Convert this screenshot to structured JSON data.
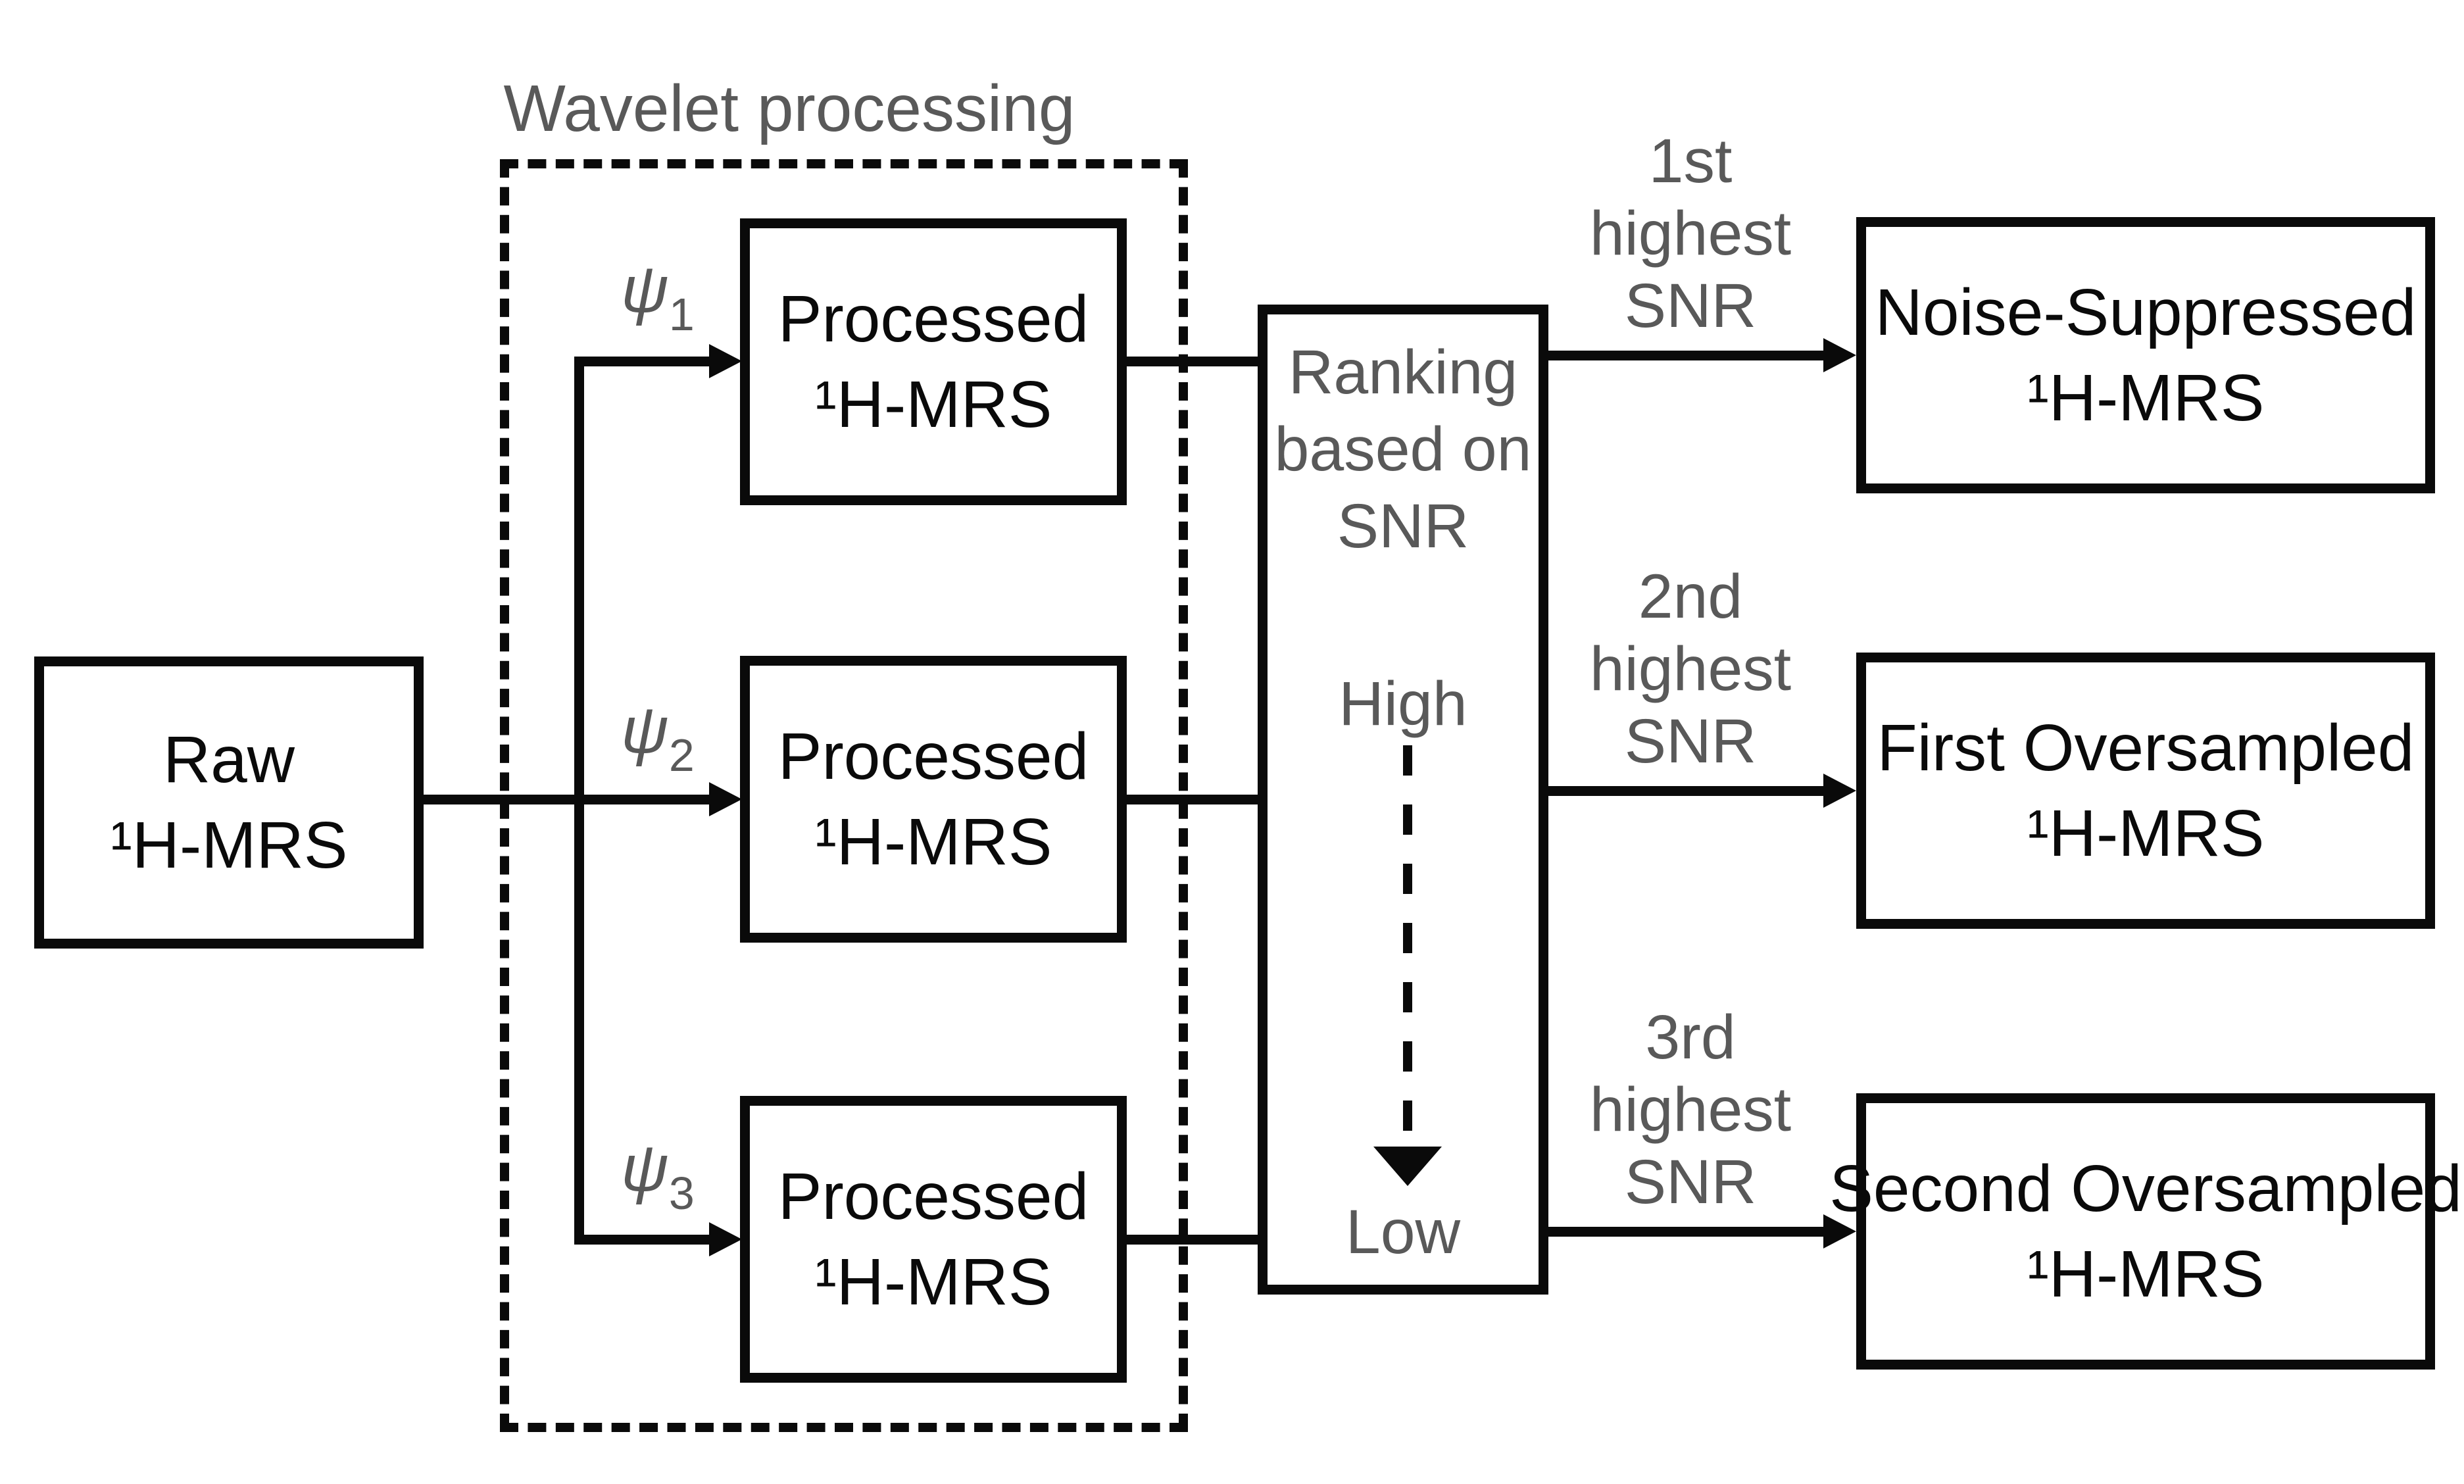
{
  "colors": {
    "ink": "#0a0a0a",
    "muted_text": "#595959",
    "background": "#ffffff"
  },
  "wavelet_group": {
    "label": "Wavelet processing"
  },
  "raw_box": {
    "lines": [
      "Raw",
      "¹H-MRS"
    ]
  },
  "branches": [
    {
      "psi_symbol": "ψ",
      "psi_sub": "1",
      "box_lines": [
        "Processed",
        "¹H-MRS"
      ]
    },
    {
      "psi_symbol": "ψ",
      "psi_sub": "2",
      "box_lines": [
        "Processed",
        "¹H-MRS"
      ]
    },
    {
      "psi_symbol": "ψ",
      "psi_sub": "3",
      "box_lines": [
        "Processed",
        "¹H-MRS"
      ]
    }
  ],
  "ranking_box": {
    "title_lines": [
      "Ranking",
      "based on",
      "SNR"
    ],
    "high_label": "High",
    "low_label": "Low"
  },
  "outputs": [
    {
      "rank_lines": [
        "1st",
        "highest",
        "SNR"
      ],
      "box_lines": [
        "Noise-Suppressed",
        "¹H-MRS"
      ]
    },
    {
      "rank_lines": [
        "2nd",
        "highest",
        "SNR"
      ],
      "box_lines": [
        "First Oversampled",
        "¹H-MRS"
      ]
    },
    {
      "rank_lines": [
        "3rd",
        "highest",
        "SNR"
      ],
      "box_lines": [
        "Second Oversampled",
        "¹H-MRS"
      ]
    }
  ]
}
